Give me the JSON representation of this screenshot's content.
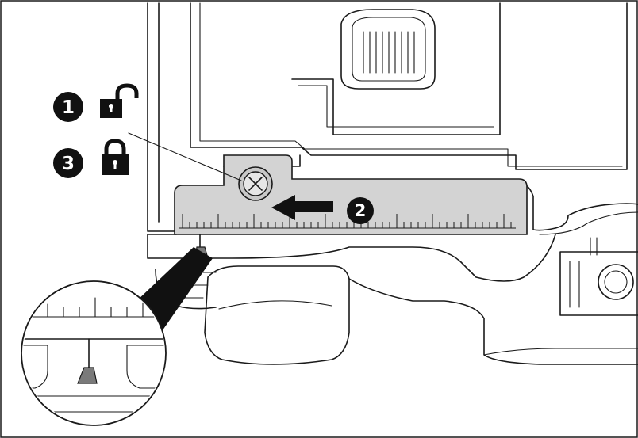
{
  "steps": [
    {
      "number": "1",
      "icon": "unlocked-padlock-icon"
    },
    {
      "number": "2",
      "icon": "arrow-left-icon"
    },
    {
      "number": "3",
      "icon": "locked-padlock-icon"
    }
  ],
  "colors": {
    "line": "#1a1a1a",
    "scale_fill": "#d3d3d3",
    "badge_fill": "#111111",
    "background": "#ffffff"
  }
}
